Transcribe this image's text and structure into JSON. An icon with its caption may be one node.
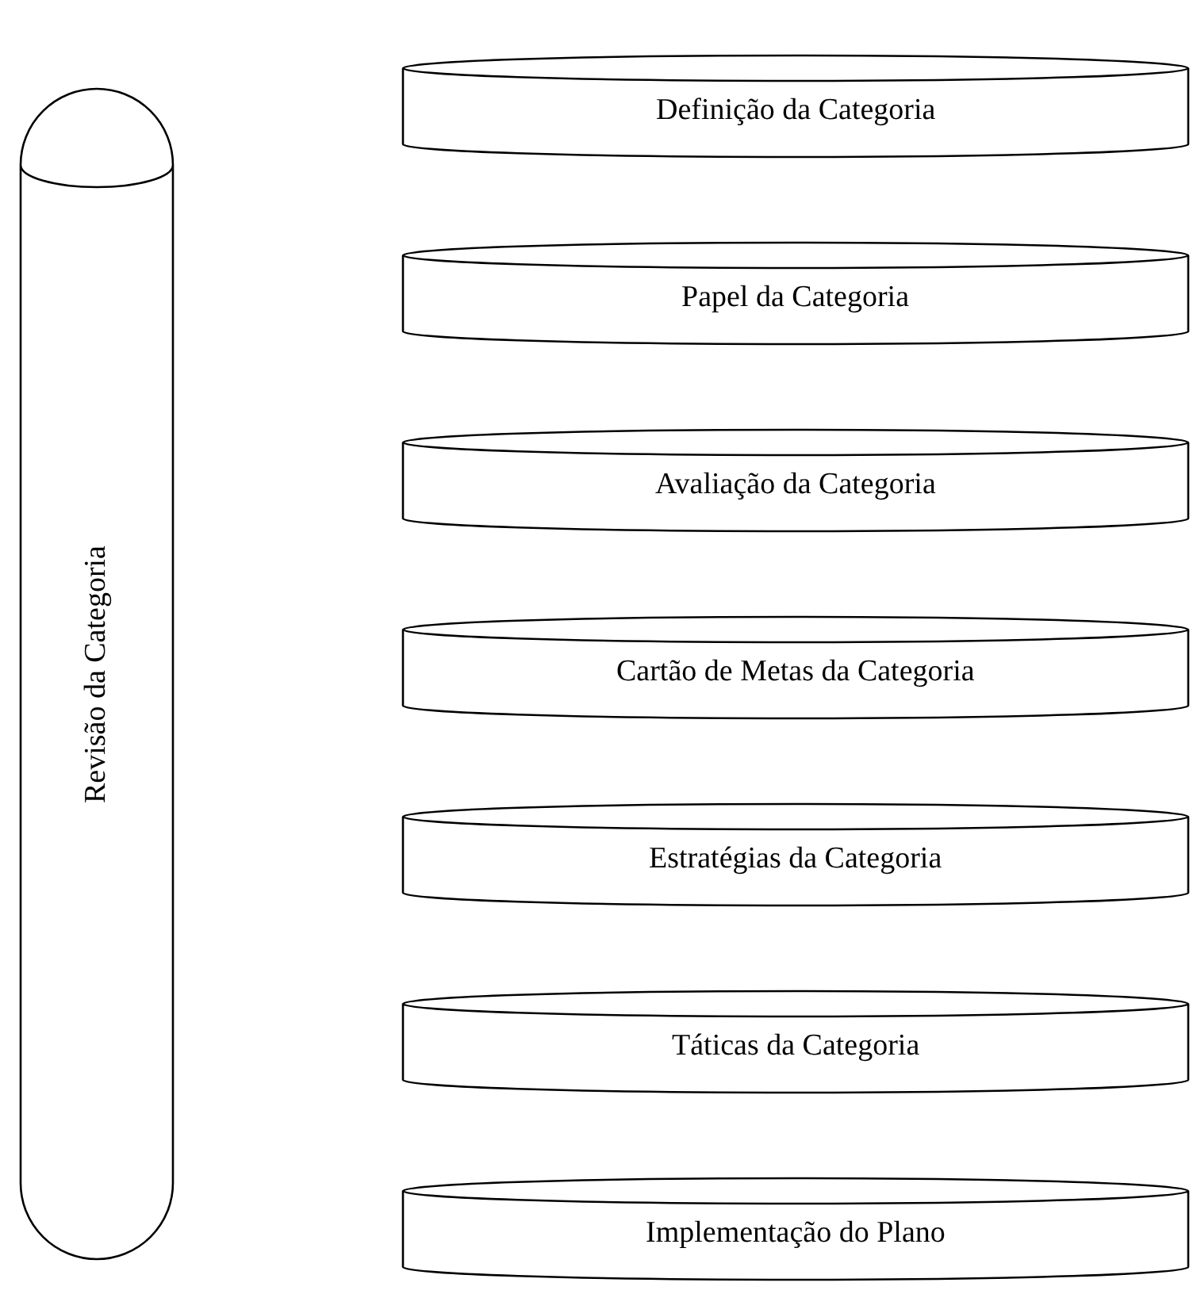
{
  "diagram": {
    "nodes": [
      {
        "text": [
          "Revisão da Categoria"
        ]
      },
      {
        "text": [
          "Definição da Categoria"
        ]
      },
      {
        "text": [
          "Papel da Categoria"
        ]
      },
      {
        "text": [
          "Avaliação da Categoria"
        ]
      },
      {
        "text": [
          "Cartão de Metas da Categoria"
        ]
      },
      {
        "text": [
          "Estratégias da Categoria"
        ]
      },
      {
        "text": [
          "Táticas da Categoria"
        ]
      },
      {
        "text": [
          "Implementação do Plano"
        ]
      }
    ]
  }
}
